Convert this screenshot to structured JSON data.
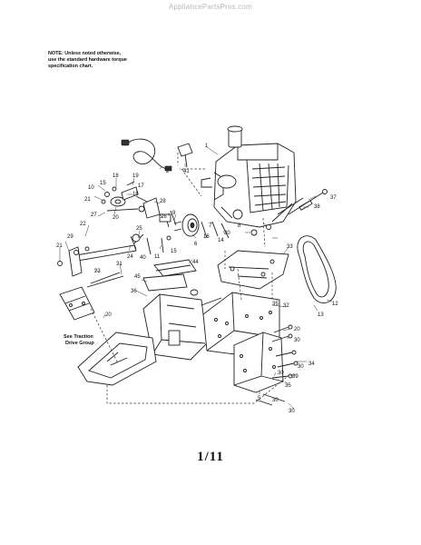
{
  "header": {
    "watermark": "AppliancePartsPros.com"
  },
  "note": {
    "lines": [
      "NOTE: Unless noted otherwise,",
      "use the standard hardware torque",
      "specification chart."
    ]
  },
  "diagram": {
    "callouts": [
      "1",
      "2",
      "41",
      "18",
      "19",
      "15",
      "17",
      "10",
      "16",
      "21",
      "20",
      "28",
      "27",
      "9",
      "26",
      "22",
      "25",
      "6",
      "7",
      "29",
      "24",
      "40",
      "11",
      "15",
      "14",
      "36",
      "37",
      "38",
      "21",
      "23",
      "31",
      "44",
      "45",
      "33",
      "13",
      "12",
      "35",
      "32",
      "20",
      "30",
      "34",
      "39",
      "30",
      "30",
      "30",
      "35",
      "5",
      "30",
      "16",
      "8",
      "30"
    ],
    "see_traction": [
      "See Traction",
      "Drive Group"
    ]
  },
  "footer": {
    "page_number": "1/11"
  }
}
